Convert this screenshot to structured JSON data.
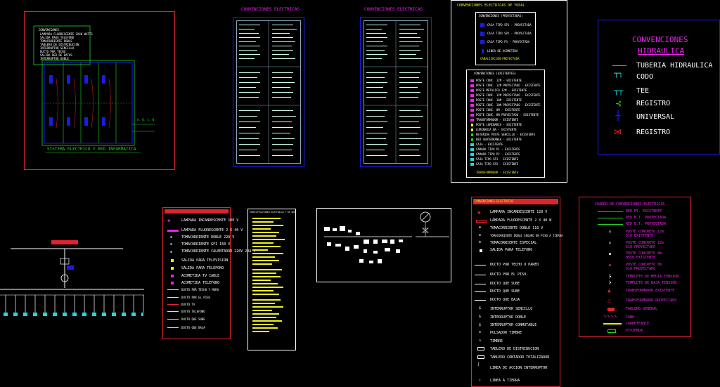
{
  "colors": {
    "background": "#000000",
    "red": "#e0242c",
    "blue": "#1b1be6",
    "yellow": "#f2f21c",
    "green": "#22d422",
    "magenta": "#ee22ee",
    "cyan": "#22d8d8",
    "white": "#ffffff"
  },
  "sheets": {
    "plan": {
      "title": "SISTEMA ELECTRICO Y RED INFORMATICA",
      "legend_header": "CONVENCIONES",
      "legend_items": [
        "LAMPARA FLUORESCENTE 2X40 WATTS",
        "SALIDA PARA TELEFONO",
        "TOMACORRIENTE DOBLE",
        "TABLERO DE DISTRIBUCION",
        "INTERRUPTOR SENCILLO",
        "DUCTO POR TECHO",
        "SALIDA RED DE DATOS",
        "INTERRUPTOR DOBLE"
      ],
      "side_note": "A. B. C. N."
    },
    "table_left": {
      "title": "CONVENCIONES ELECTRICAS"
    },
    "table_right": {
      "title": "CONVENCIONES ELECTRICAS"
    },
    "yopal": {
      "title": "CONVENCIONES ELECTRICAS DE YOPAL",
      "projected_title": "CONVENCIONES (PROYECTADAS)",
      "projected_items": [
        "CAJA TIPO SP1 - PROYECTADA",
        "CAJA TIPO SP2 - PROYECTADA",
        "CAJA TIPO P3 - PROYECTADA",
        "LINEA DE ACOMETIDA",
        "CANALIZACION PROYECTADA"
      ],
      "existing_title": "CONVENCIONES (EXISTENTES)",
      "existing_items": [
        "POSTE CONC. 12M - EXISTENTE",
        "POSTE CONC. 12M PROYECTADO - EXISTENTE",
        "POSTE METALICO 12M - EXISTENTE",
        "POSTE CONC. 12M PROYECTADO - EXISTENTE",
        "POSTE CONC. 10M - EXISTENTE",
        "POSTE CONC. 10M PROYECTADO - EXISTENTE",
        "POSTE CONC. 8M - EXISTENTE",
        "POSTE CONC. 8M PROYECTADO - EXISTENTE",
        "TRANSFORMADOR - EXISTENTE",
        "POSTE LUMINARIA - EXISTENTE",
        "LUMINARIA NA - EXISTENTE",
        "RETENIDA POSTE SENCILLO - EXISTENTE",
        "RED SUBTERRANEA - EXISTENTE",
        "CAJA - EXISTENTE",
        "CAMARA TIPO P1 - EXISTENTE",
        "CAMARA TIPO P2 - EXISTENTE",
        "CAJA TIPO SP1 - EXISTENTE",
        "CAJA TIPO SP2 - EXISTENTE",
        "TRANSFORMADOR - EXISTENTE"
      ]
    },
    "hydraulic": {
      "title_line1": "CONVENCIONES",
      "title_line2": "HIDRAULICA",
      "items": [
        "TUBERIA HIDRAULICA",
        "CODO",
        "TEE",
        "REGISTRO",
        "UNIVERSAL",
        "REGISTRO"
      ]
    },
    "left_legend": {
      "items": [
        "LAMPARA INCANDESCENTE 100 V",
        "LAMPARA FLUORESCENTE 2 X 40 V",
        "TOMACORRIENTE DOBLE 220 V",
        "TOMACORRIENTE GFI 150 V",
        "TOMACORRIENTE CALENTADOR 220V 20A V",
        "SALIDA PARA TELEVISION",
        "SALIDA PARA TELEFONO",
        "ACOMETIDA TV CABLE",
        "ACOMETIDA TELEFONO",
        "DUCTO POR TECHO Y MURO",
        "DUCTO POR EL PISO",
        "DUCTO TV",
        "DUCTO TELEFONO",
        "DUCTO QUE SUBE",
        "DUCTO QUE BAJA"
      ]
    },
    "yellow_notes": {
      "title": "ESPECIFICACIONES ELECTRICAS Y DE RED"
    },
    "electrical_center": {
      "title": "CONVENCIONES ELECTRICAS",
      "items": [
        "LAMPARA INCANDESCENTE 120 V",
        "LAMPARA FLUORESCENTE 2 X 40 W",
        "TOMACORRIENTE DOBLE 110 V",
        "TOMACORRIENTE DOBLE SEGURO EN PISO A TIERRA",
        "TOMACORRIENTE ESPECIAL",
        "SALIDA PARA TELEFONO",
        "DUCTO POR TECHO O PARED",
        "DUCTO POR EL PISO",
        "DUCTO QUE SUBE",
        "DUCTO QUE SUBE",
        "DUCTO QUE BAJA",
        "INTERRUPTOR SENCILLO",
        "INTERRUPTOR DOBLE",
        "INTERRUPTOR CONMUTABLE",
        "PULSADOR TIMBRE",
        "TIMBRE",
        "TABLERO DE DISTRIBUCION",
        "TABLERO CONTADOR TOTALIZADOR",
        "LINEA DE ACCION INTERRUPTOR",
        "LINEA A TIERRA"
      ]
    },
    "cuadro": {
      "title": "CUADRO DE CONVENCIONES ELECTRICAS",
      "items": [
        "RED MT. EXISTENTE",
        "RED M.T. PROYECTADA",
        "RED B.T. PROYECTADA",
        "POSTE CONCRETO 12m",
        "510 EXISTENTE",
        "POSTE CONCRETO 12m",
        "510 PROYECTADO",
        "POSTE CONCRETO 8m",
        "0550 EXISTENTE",
        "POSTE CONCRETO 8m",
        "510 PROYECTADO",
        "TEMPLETE DE MEDIA TENSION",
        "TEMPLETE DE BAJA TENSION",
        "TRANSFORMADOR EXISTENTE",
        "TRANSFORMADOR PROYECTADO",
        "TABLERO GENERAL",
        "CAÑO",
        "CARRETEABLE",
        "VIVIENDA"
      ]
    }
  }
}
